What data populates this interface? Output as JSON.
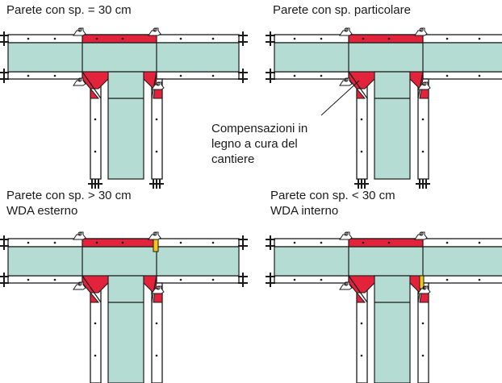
{
  "panels": [
    {
      "id": "std",
      "caption": [
        "Parete con sp. = 30 cm"
      ],
      "filler": "none"
    },
    {
      "id": "special",
      "caption": [
        "Parete con sp. particolare"
      ],
      "filler": "none"
    },
    {
      "id": "thick",
      "caption": [
        "Parete con sp. > 30 cm",
        "WDA esterno"
      ],
      "filler": "top-right"
    },
    {
      "id": "thin",
      "caption": [
        "Parete con sp. < 30 cm",
        "WDA interno"
      ],
      "filler": "inner-right"
    }
  ],
  "callout": [
    "Compensazioni in",
    "legno a cura del",
    "cantiere"
  ],
  "colors": {
    "panel_fill": "#b5dcd2",
    "corner_red": "#e3223b",
    "filler_yellow": "#f3c61a",
    "steel": "#1a1a1a",
    "frame": "#ffffff"
  }
}
